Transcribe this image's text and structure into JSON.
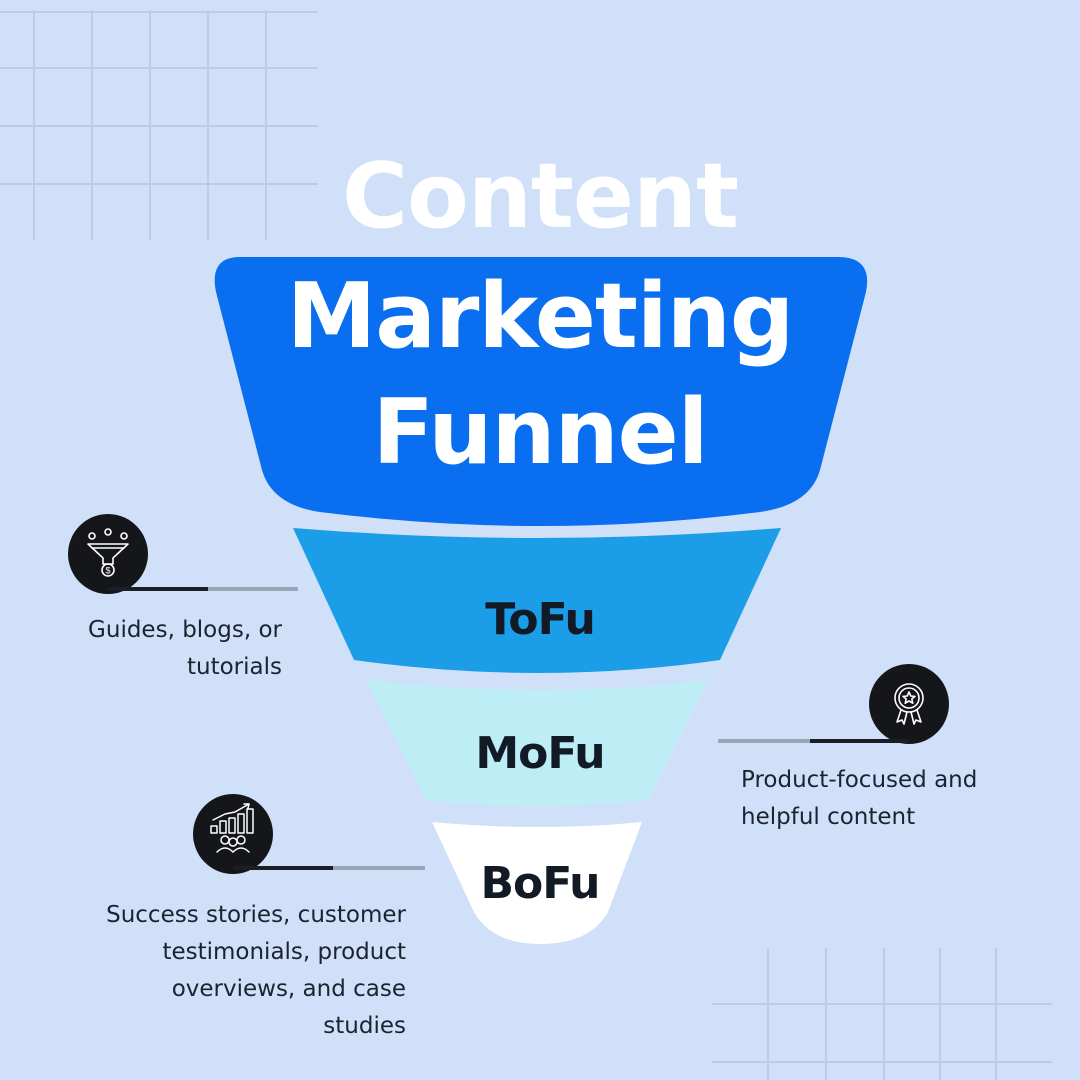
{
  "title": {
    "line1": "Content",
    "line2": "Marketing",
    "line3": "Funnel"
  },
  "stages": [
    {
      "label": "ToFu",
      "color": "#1b9de8"
    },
    {
      "label": "MoFu",
      "color": "#bdeef5"
    },
    {
      "label": "BoFu",
      "color": "#ffffff"
    }
  ],
  "funnel_top_color": "#0a6ef0",
  "descriptions": {
    "tofu": [
      "Guides, blogs, or",
      "tutorials"
    ],
    "mofu": [
      "Product-focused and",
      "helpful content"
    ],
    "bofu": [
      "Success stories, customer",
      "testimonials, product",
      "overviews, and case",
      "studies"
    ]
  },
  "icons": {
    "tofu": "funnel-dollar-icon",
    "mofu": "award-badge-icon",
    "bofu": "growth-chart-people-icon"
  },
  "colors": {
    "background": "#cfe0f8",
    "grid": "#bccbe9",
    "badge": "#15161a"
  }
}
